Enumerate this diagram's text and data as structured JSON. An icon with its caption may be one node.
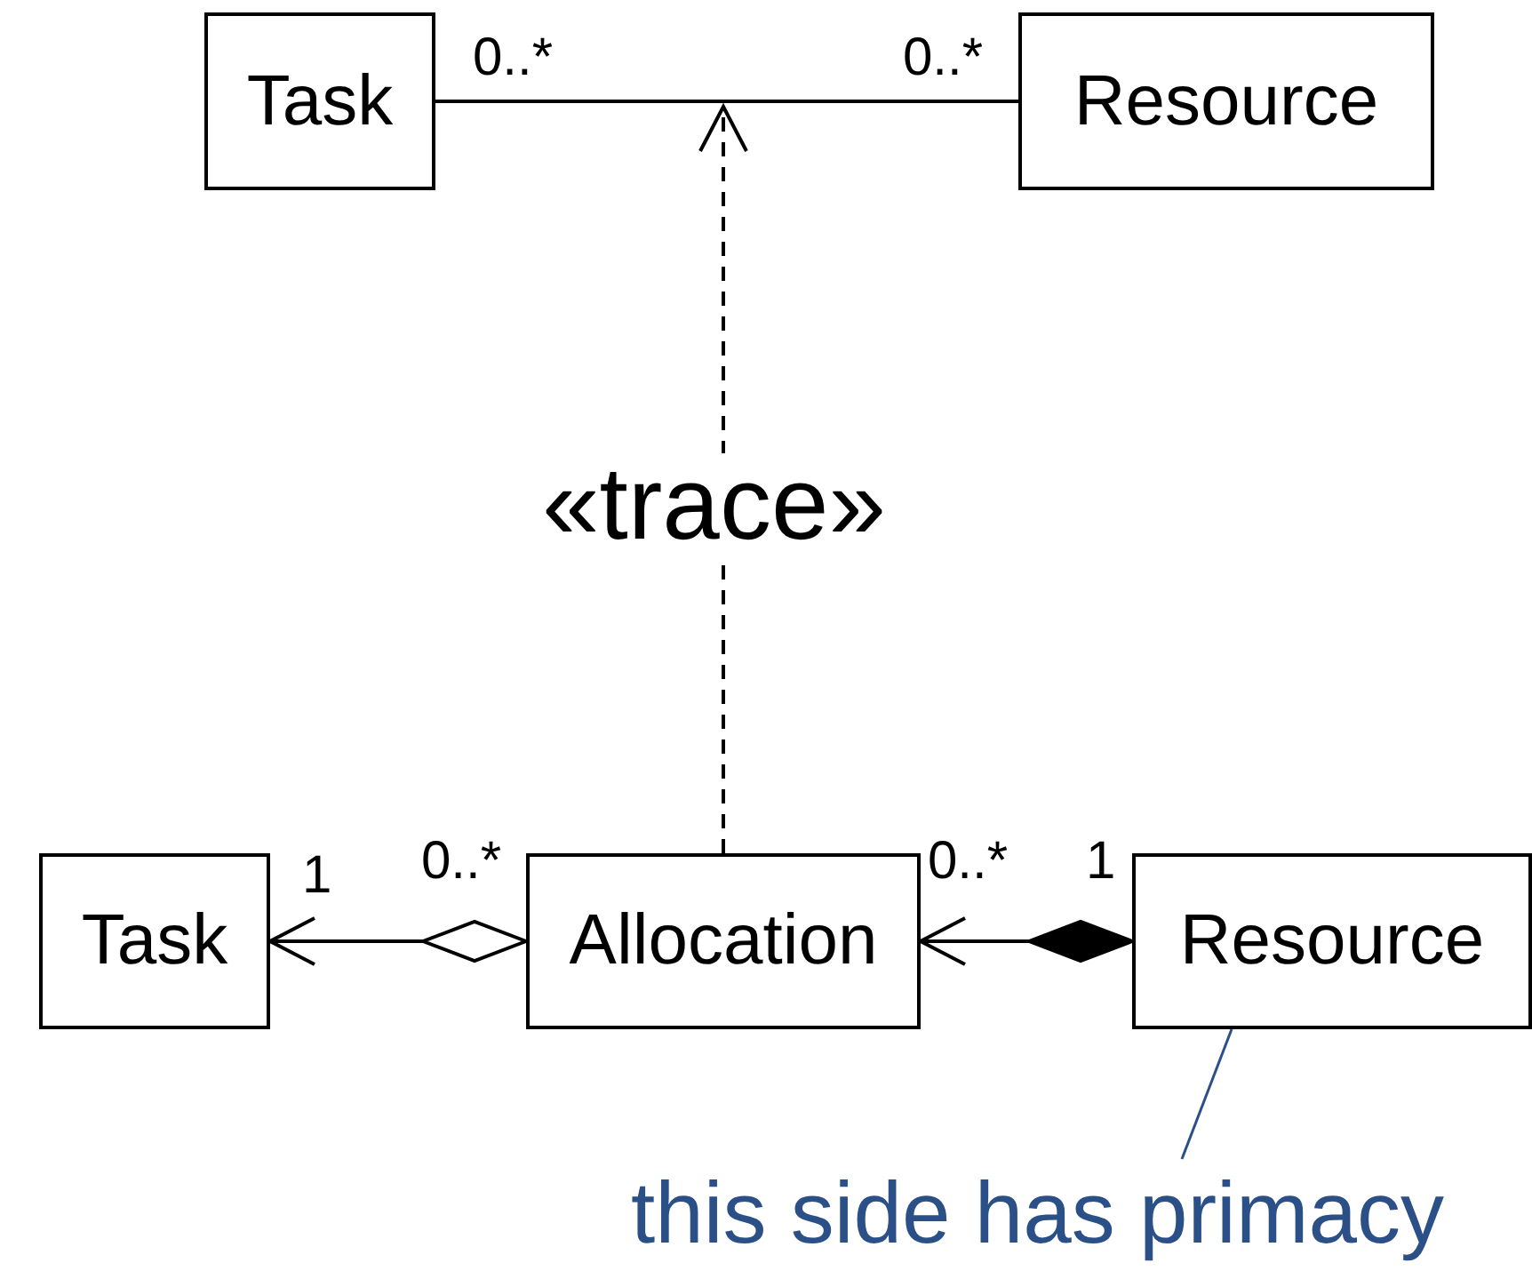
{
  "diagram": {
    "nodes": [
      {
        "text": [
          "Task"
        ]
      },
      {
        "text": [
          "Resource"
        ]
      },
      {
        "text": [
          "Task"
        ]
      },
      {
        "text": [
          "Allocation"
        ]
      },
      {
        "text": [
          "Resource"
        ]
      },
      {
        "text": [
          "this side has primacy"
        ]
      }
    ],
    "edges": [
      {
        "from": 0,
        "to": 1,
        "arrow": "none"
      },
      {
        "from": 3,
        "to": null,
        "arrow": "to",
        "label": "«trace»",
        "style": "dashed"
      },
      {
        "from": 3,
        "to": 2,
        "arrow": "to"
      },
      {
        "from": 4,
        "to": 3,
        "arrow": "to"
      },
      {
        "from": 5,
        "to": 4,
        "arrow": "none",
        "color": "#2b4f87"
      }
    ],
    "labels": [
      "0..*",
      "0..*",
      "1",
      "0..*",
      "0..*",
      "1"
    ]
  }
}
